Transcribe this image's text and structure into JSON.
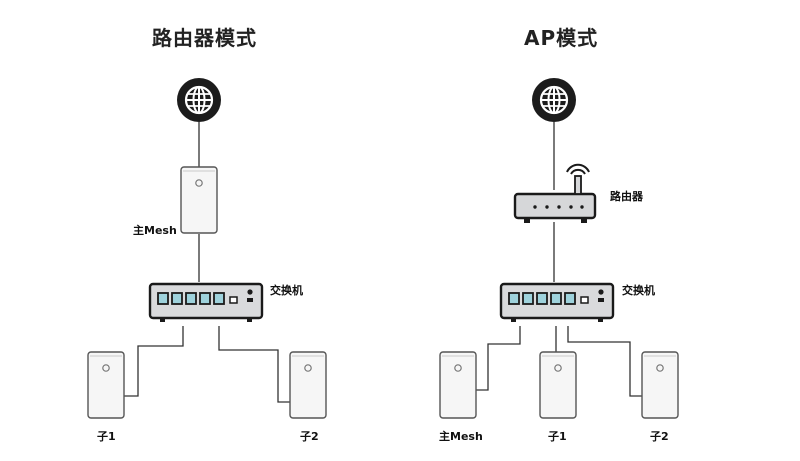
{
  "router_mode": {
    "title": "路由器模式",
    "main_mesh_label": "主Mesh",
    "switch_label": "交换机",
    "node1_label": "子1",
    "node2_label": "子2"
  },
  "ap_mode": {
    "title": "AP模式",
    "router_label": "路由器",
    "switch_label": "交换机",
    "main_mesh_label": "主Mesh",
    "node1_label": "子1",
    "node2_label": "子2"
  },
  "icons": {
    "internet": "globe-icon",
    "mesh": "mesh-node-icon",
    "switch": "network-switch-icon",
    "router": "wifi-router-icon"
  },
  "colors": {
    "line": "#333333",
    "device_fill": "#f6f6f6",
    "switch_fill": "#d9dadc",
    "port_fill": "#9ed2dc"
  }
}
